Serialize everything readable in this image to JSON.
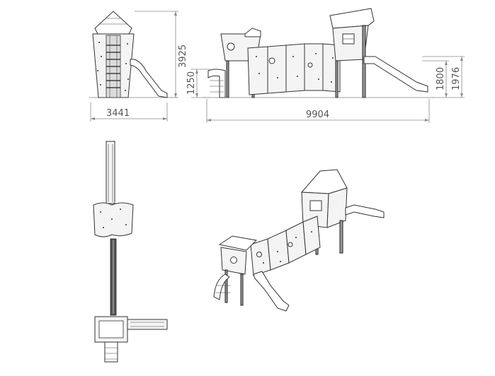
{
  "dimensions": {
    "side_width": "3441",
    "side_height": "3925",
    "front_width": "9904",
    "front_left_height": "1250",
    "front_right_height_a": "1800",
    "front_right_height_b": "1976"
  },
  "colors": {
    "ink": "#333333",
    "dimension_line": "#8a8a8a",
    "background": "#ffffff"
  }
}
